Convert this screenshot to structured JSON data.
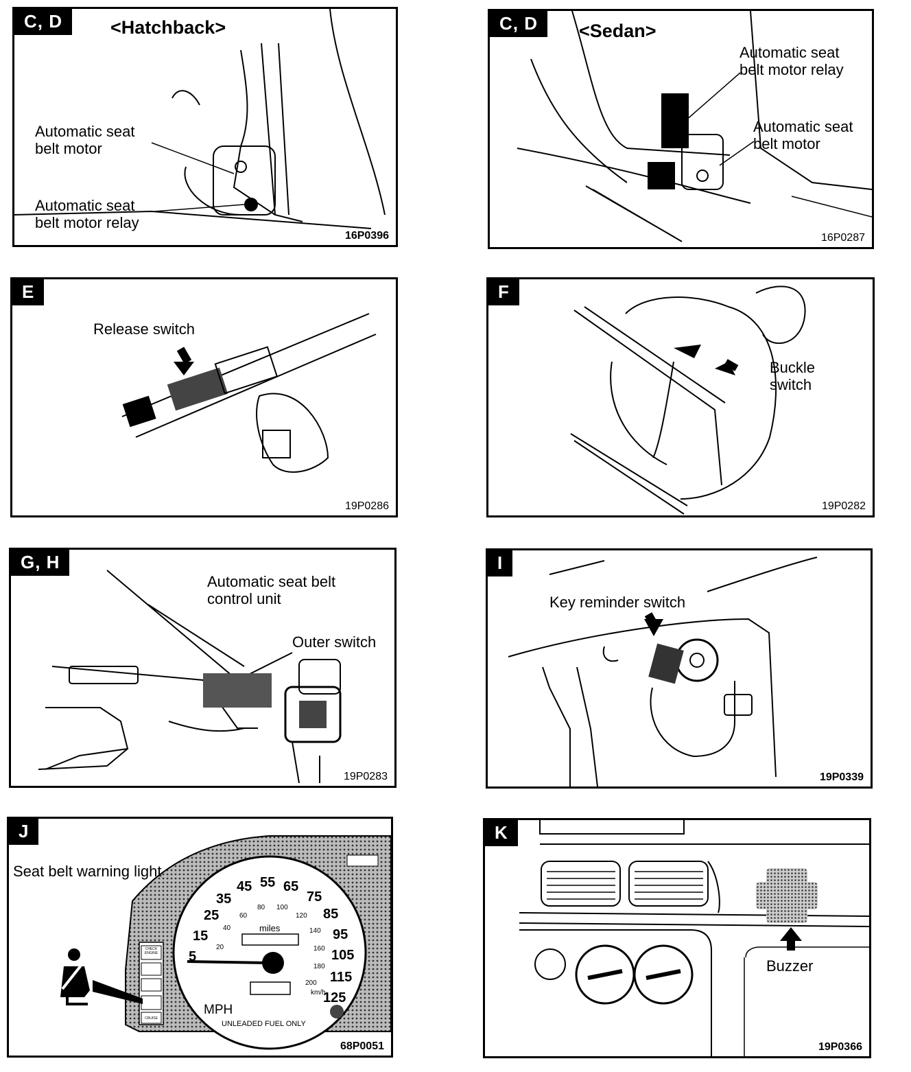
{
  "panels": [
    {
      "id": "cd-hatchback",
      "tag": "C, D",
      "subtitle": "<Hatchback>",
      "labels": [
        "Automatic seat\nbelt motor",
        "Automatic seat\nbelt motor relay"
      ],
      "code": "16P0396"
    },
    {
      "id": "cd-sedan",
      "tag": "C, D",
      "subtitle": "<Sedan>",
      "labels": [
        "Automatic seat\nbelt motor relay",
        "Automatic seat\nbelt motor"
      ],
      "code": "16P0287"
    },
    {
      "id": "e",
      "tag": "E",
      "labels": [
        "Release switch"
      ],
      "code": "19P0286"
    },
    {
      "id": "f",
      "tag": "F",
      "labels": [
        "Buckle\nswitch"
      ],
      "code": "19P0282"
    },
    {
      "id": "gh",
      "tag": "G, H",
      "labels": [
        "Automatic seat belt\ncontrol unit",
        "Outer switch"
      ],
      "code": "19P0283"
    },
    {
      "id": "i",
      "tag": "I",
      "labels": [
        "Key reminder switch"
      ],
      "code": "19P0339"
    },
    {
      "id": "j",
      "tag": "J",
      "labels": [
        "Seat belt warning light"
      ],
      "code": "68P0051",
      "gauge": {
        "speeds_mph": [
          "5",
          "15",
          "25",
          "35",
          "45",
          "55",
          "65",
          "75",
          "85",
          "95",
          "105",
          "115",
          "125"
        ],
        "speeds_kmh": [
          "20",
          "40",
          "60",
          "80",
          "100",
          "120",
          "140",
          "160",
          "180",
          "200"
        ],
        "odometer_label": "miles",
        "kmh_unit": "km/h",
        "unit": "MPH",
        "fuel_note": "UNLEADED FUEL ONLY",
        "indicators": [
          "CHECK ENGINE",
          "CRUISE"
        ]
      }
    },
    {
      "id": "k",
      "tag": "K",
      "labels": [
        "Buzzer"
      ],
      "code": "19P0366"
    }
  ]
}
